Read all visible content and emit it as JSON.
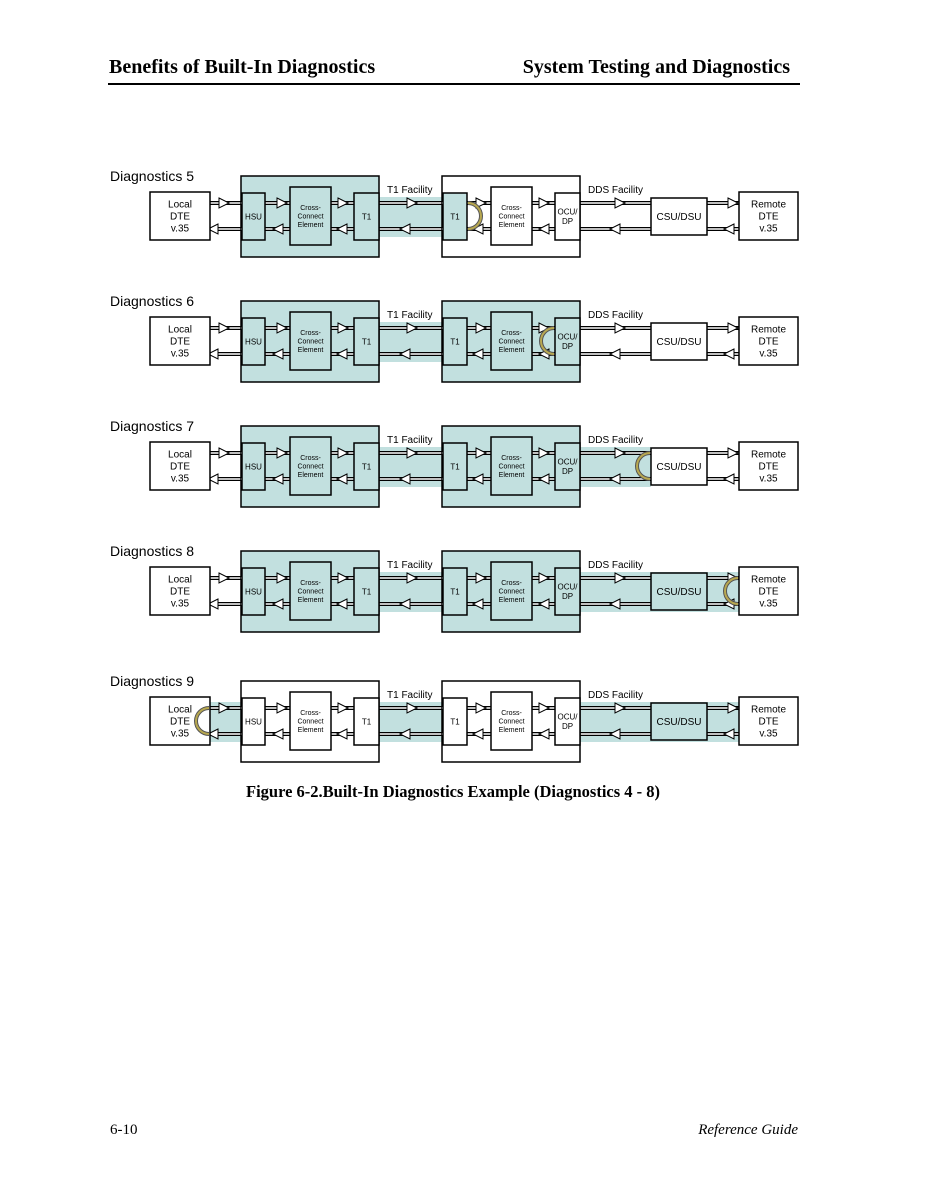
{
  "header": {
    "left": "Benefits of Built-In Diagnostics",
    "right": "System Testing and Diagnostics"
  },
  "labels": {
    "local_dte": [
      "Local",
      "DTE",
      "v.35"
    ],
    "remote_dte": [
      "Remote",
      "DTE",
      "v.35"
    ],
    "hsu": "HSU",
    "cross_connect": [
      "Cross-",
      "Connect",
      "Element"
    ],
    "t1": "T1",
    "ocu_dp": [
      "OCU/",
      "DP"
    ],
    "csu_dsu": "CSU/DSU",
    "t1_facility": "T1 Facility",
    "dds_facility": "DDS Facility"
  },
  "colors": {
    "highlight": "#c2e0df",
    "loop": "#b8a850"
  },
  "diagrams": [
    {
      "title": "Diagnostics 5",
      "node1_filled": true,
      "node2_filled": "t1-only",
      "csu_filled": false,
      "loopback_at": "node2-t1"
    },
    {
      "title": "Diagnostics 6",
      "node1_filled": true,
      "node2_filled": true,
      "csu_filled": false,
      "loopback_at": "ocu-dp"
    },
    {
      "title": "Diagnostics 7",
      "node1_filled": true,
      "node2_filled": true,
      "csu_filled": false,
      "loopback_at": "csu-dsu"
    },
    {
      "title": "Diagnostics 8",
      "node1_filled": true,
      "node2_filled": true,
      "csu_filled": true,
      "loopback_at": "remote-dte"
    },
    {
      "title": "Diagnostics 9",
      "node1_filled": false,
      "node2_filled": false,
      "csu_filled": true,
      "loopback_at": "local-dte"
    }
  ],
  "caption": "Figure 6-2.Built-In Diagnostics Example (Diagnostics 4 - 8)",
  "footer": {
    "left": "6-10",
    "right": "Reference Guide"
  }
}
